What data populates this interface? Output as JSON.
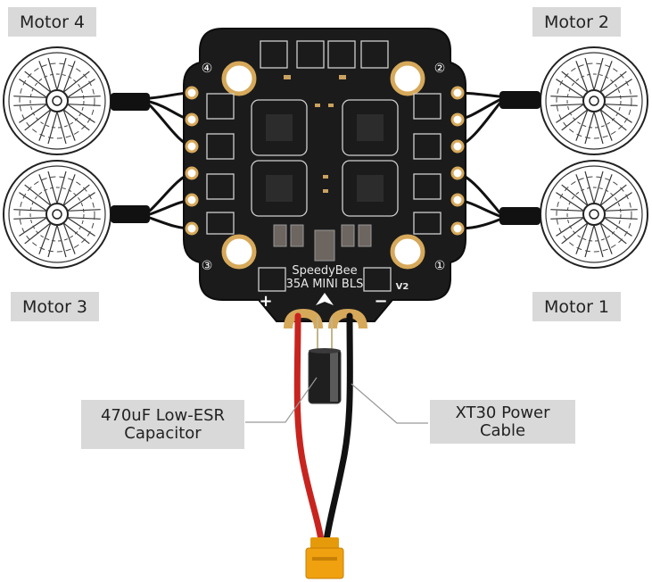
{
  "labels": {
    "motor1": "Motor 1",
    "motor2": "Motor 2",
    "motor3": "Motor 3",
    "motor4": "Motor 4",
    "capacitor": "470uF Low-ESR\nCapacitor",
    "power_cable": "XT30 Power\nCable"
  },
  "board": {
    "brand": "SpeedyBee",
    "model": "35A MINI BLS",
    "version": "V2",
    "corner_1": "①",
    "corner_2": "②",
    "corner_3": "③",
    "corner_4": "④",
    "plus": "+",
    "minus": "−"
  },
  "colors": {
    "pcb": "#1b1b1b",
    "pad_gold": "#d6a85a",
    "label_bg": "#d9d9d9",
    "wire_red": "#c8241f",
    "wire_black": "#111111",
    "connector": "#f0a10f"
  }
}
